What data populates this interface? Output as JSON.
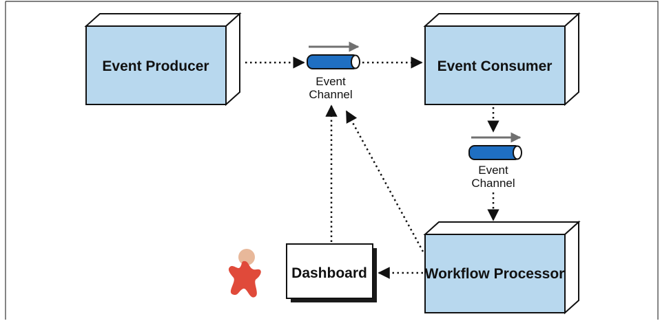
{
  "nodes": {
    "event_producer": {
      "label": "Event Producer"
    },
    "event_consumer": {
      "label": "Event Consumer"
    },
    "workflow_processor": {
      "label": "Workflow Processor"
    },
    "dashboard": {
      "label": "Dashboard"
    }
  },
  "channels": {
    "channel_top": {
      "line1": "Event",
      "line2": "Channel"
    },
    "channel_right": {
      "line1": "Event",
      "line2": "Channel"
    }
  },
  "icons": {
    "user": "person-icon"
  },
  "colors": {
    "node_fill": "#b8d8ee",
    "node_side": "#ffffff",
    "pipe_blue": "#1f6fc2",
    "arrow_gray": "#707070",
    "person_body": "#e04a3a",
    "person_head": "#e8b89a"
  }
}
